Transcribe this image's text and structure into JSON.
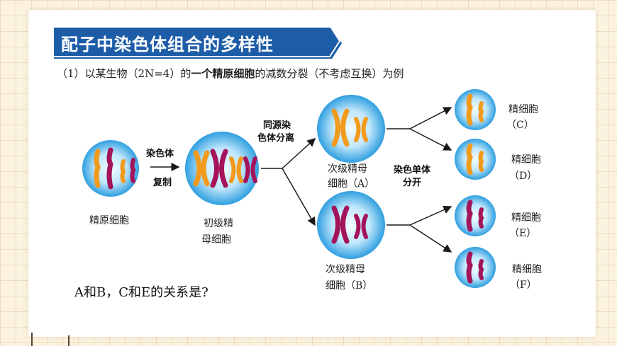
{
  "title": "配子中染色体组合的多样性",
  "subtitle": {
    "prefix": "（1）以某生物（2N=4）的",
    "emph": "一个精原细胞",
    "suffix": "的减数分裂（不考虑互换）为例"
  },
  "steps": {
    "replication_line1": "染色体",
    "replication_line2": "复制",
    "homolog_line1": "同源染",
    "homolog_line2": "色体分离",
    "chromatid_line1": "染色单体",
    "chromatid_line2": "分开"
  },
  "cells": {
    "spermatogonium": "精原细胞",
    "primary_line1": "初级精",
    "primary_line2": "母细胞",
    "secondary_a_line1": "次级精母",
    "secondary_a_line2": "细胞（A）",
    "secondary_b_line1": "次级精母",
    "secondary_b_line2": "细胞（B）",
    "sperm_c_line1": "精细胞",
    "sperm_c_line2": "（C）",
    "sperm_d_line1": "精细胞",
    "sperm_d_line2": "（D）",
    "sperm_e_line1": "精细胞",
    "sperm_e_line2": "（E）",
    "sperm_f_line1": "精细胞",
    "sperm_f_line2": "（F）"
  },
  "question": "A和B，C和E的关系是?",
  "colors": {
    "title_bg": "#1d5da8",
    "orange": "#f29a1c",
    "purple": "#a3145a",
    "cell_center": "#eaf7ff",
    "cell_edge": "#2f9fe0",
    "arrow": "#1a1a1a"
  }
}
